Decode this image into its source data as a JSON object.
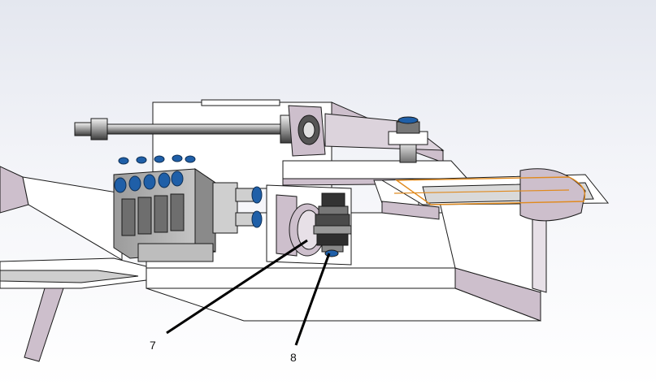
{
  "callouts": [
    {
      "id": "7",
      "label": "7"
    },
    {
      "id": "8",
      "label": "8"
    }
  ],
  "colors": {
    "background_top": "#e4e7ef",
    "background_bottom": "#ffffff",
    "body_fill": "#ffffff",
    "body_shadow": "#cdbfcc",
    "outline": "#1a1a1a",
    "fitting_blue": "#1f5fa8",
    "accent_orange": "#e08a1e",
    "callout_line": "#000000"
  }
}
